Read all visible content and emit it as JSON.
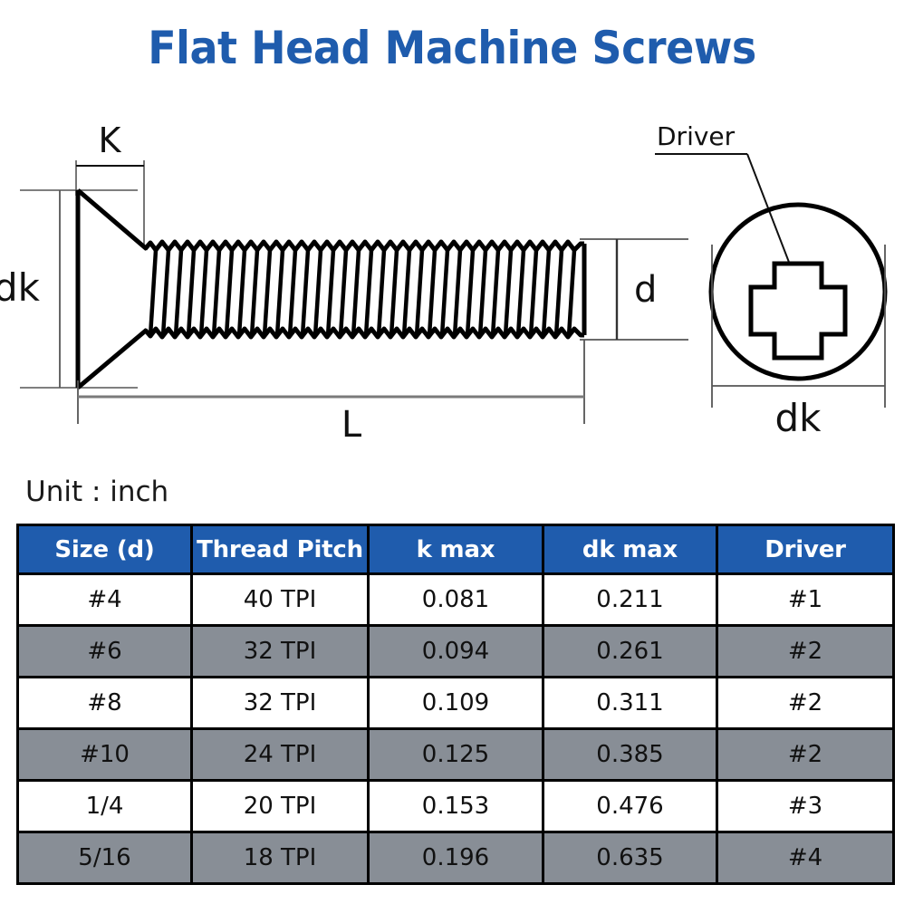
{
  "title": "Flat Head Machine Screws",
  "unit_note": "Unit : inch",
  "diagram": {
    "labels": {
      "k": "K",
      "dk_side": "dk",
      "d": "d",
      "l": "L",
      "driver": "Driver",
      "dk_top": "dk"
    },
    "icons": {
      "screw_side_view": "flat-head-screw-side-view-icon",
      "screw_top_view": "flat-head-screw-top-view-icon",
      "phillips_recess": "phillips-cross-recess-icon"
    }
  },
  "colors": {
    "title": "#1F5CAD",
    "header_bg": "#1F5CAD",
    "header_text": "#FFFFFF",
    "row_alt_bg": "#888E96",
    "row_bg": "#FFFFFF",
    "border": "#000000",
    "line": "#000000"
  },
  "table": {
    "headers": [
      "Size (d)",
      "Thread Pitch",
      "k max",
      "dk max",
      "Driver"
    ],
    "rows": [
      [
        "#4",
        "40 TPI",
        "0.081",
        "0.211",
        "#1"
      ],
      [
        "#6",
        "32 TPI",
        "0.094",
        "0.261",
        "#2"
      ],
      [
        "#8",
        "32 TPI",
        "0.109",
        "0.311",
        "#2"
      ],
      [
        "#10",
        "24 TPI",
        "0.125",
        "0.385",
        "#2"
      ],
      [
        "1/4",
        "20 TPI",
        "0.153",
        "0.476",
        "#3"
      ],
      [
        "5/16",
        "18 TPI",
        "0.196",
        "0.635",
        "#4"
      ]
    ]
  }
}
